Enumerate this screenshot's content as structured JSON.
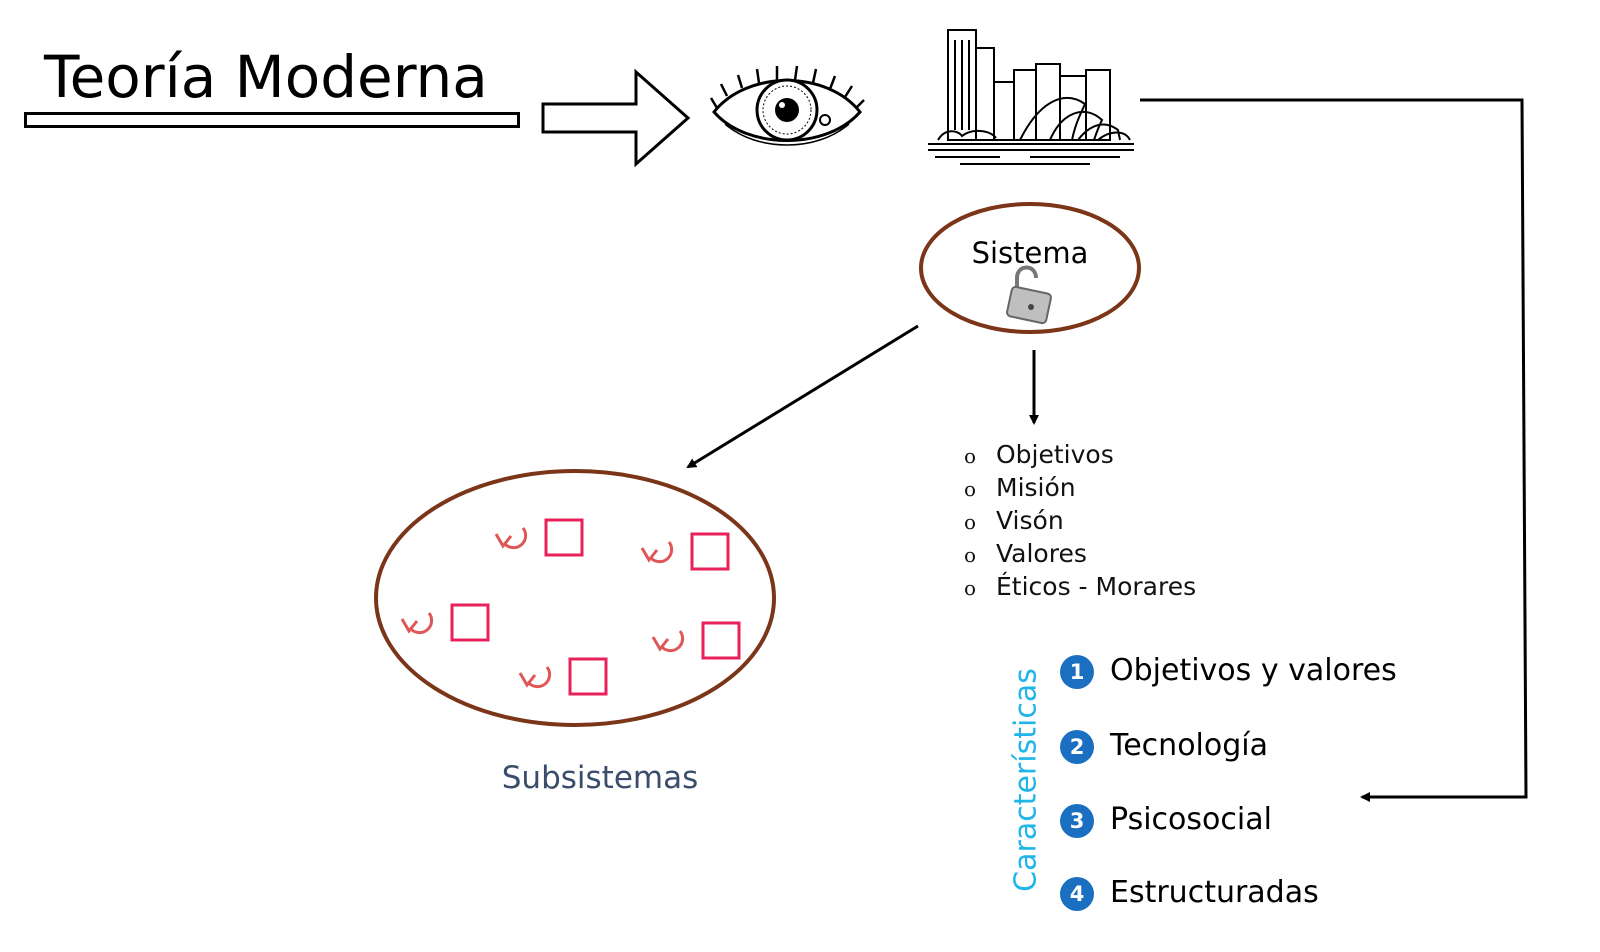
{
  "title": "Teoría Moderna",
  "sistema": {
    "label": "Sistema"
  },
  "subsistemas": {
    "label": "Subsistemas"
  },
  "elementos": [
    {
      "mark": "o",
      "label": "Objetivos"
    },
    {
      "mark": "o",
      "label": "Misión"
    },
    {
      "mark": "o",
      "label": "Visón"
    },
    {
      "mark": "o",
      "label": "Valores"
    },
    {
      "mark": "o",
      "label": "Éticos - Morares"
    }
  ],
  "caracteristicas": {
    "label": "Características",
    "items": [
      {
        "num": "1",
        "label": "Objetivos y valores"
      },
      {
        "num": "2",
        "label": "Tecnología"
      },
      {
        "num": "3",
        "label": "Psicosocial"
      },
      {
        "num": "4",
        "label": "Estructuradas"
      }
    ]
  },
  "colors": {
    "ellipse_stroke": "#7b3518",
    "subsystem_square": "#e8215a",
    "cycle_arrow": "#e05555",
    "characteristics_label": "#1fb5e8",
    "number_badge": "#1a6fc0",
    "subsistemas_text": "#3a4d6b"
  },
  "icons": [
    "block-arrow-right-icon",
    "eye-icon",
    "city-skyline-icon",
    "padlock-icon",
    "cycle-arrow-icon"
  ]
}
